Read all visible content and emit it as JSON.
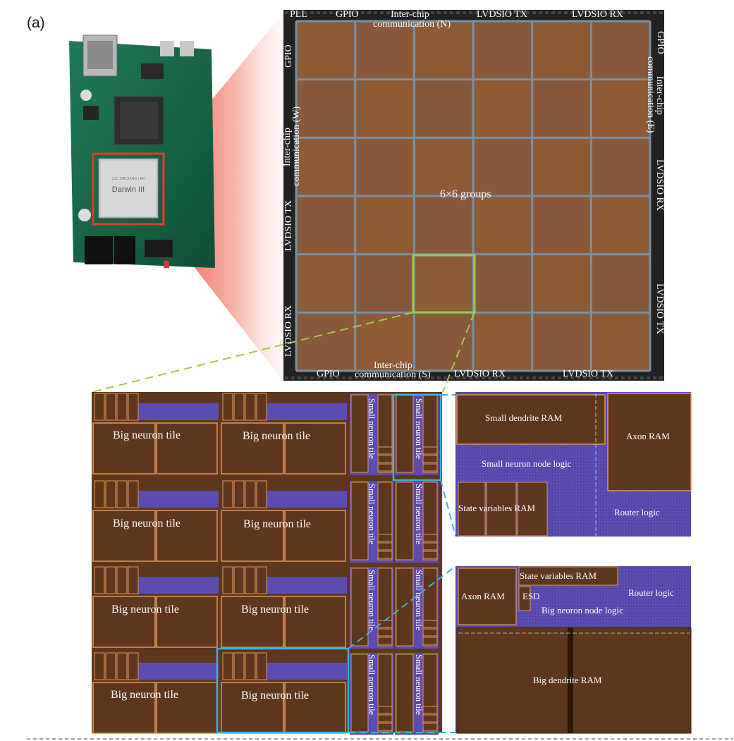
{
  "panel_label": "(a)",
  "board": {
    "chip_brand": "Darwin III",
    "chip_small_text": "ZJU ZHEJIANG LAB"
  },
  "die": {
    "center_label": "6×6 groups",
    "top": [
      "PLL",
      "GPIO",
      "Inter-chip",
      "communication (N)",
      "LVDSIO TX",
      "LVDSIO RX"
    ],
    "bottom": [
      "GPIO",
      "Inter-chip",
      "communication (S)",
      "LVDSIO RX",
      "LVDSIO TX"
    ],
    "left": [
      "GPIO",
      "Inter-chip",
      "communication (W)",
      "LVDSIO TX",
      "LVDSIO RX"
    ],
    "right": [
      "GPIO",
      "Inter-chip",
      "communication (E)",
      "LVDSIO RX",
      "LVDSIO TX"
    ],
    "grid": {
      "rows": 6,
      "cols": 6
    }
  },
  "group": {
    "big_tile_label": "Big neuron tile",
    "small_tile_label": "Small neuron tile"
  },
  "small_tile_detail": {
    "small_dendrite_ram": "Small dendrite RAM",
    "axon_ram": "Axon RAM",
    "node_logic": "Small neuron node logic",
    "state_variables_ram": "State variables RAM",
    "router_logic": "Router logic"
  },
  "big_tile_detail": {
    "axon_ram": "Axon RAM",
    "state_variables_ram": "State variables RAM",
    "esd": "ESD",
    "router_logic": "Router logic",
    "node_logic": "Big neuron node logic",
    "big_dendrite_ram": "Big dendrite  RAM"
  },
  "colors": {
    "copper": "#5e361c",
    "copper_light": "#9c6b4a",
    "purple": "#5c4bb0",
    "outline": "#e09a5c",
    "die_frame": "#222222",
    "grid_line": "#7a8fa0",
    "zoom_green": "#9ccc4a",
    "zoom_cyan": "#3fb0d8",
    "glow": "#e8432a"
  }
}
